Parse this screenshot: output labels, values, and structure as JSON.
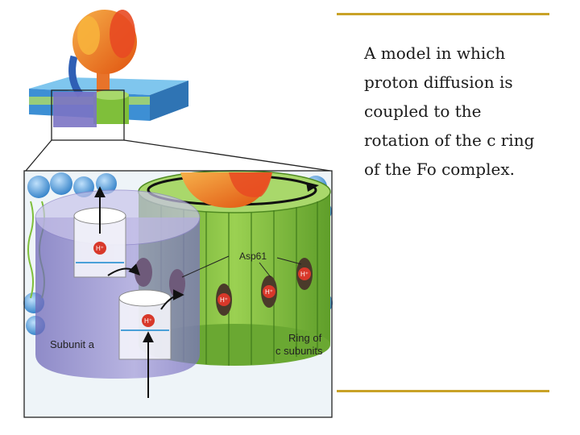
{
  "caption": {
    "lines": [
      "A model in which",
      "proton diffusion is",
      "coupled to the",
      "rotation of the c ring",
      "of the Fo complex."
    ]
  },
  "figure": {
    "labels": {
      "asp": "Asp61",
      "subunit_a": "Subunit a",
      "ring_line1": "Ring of",
      "ring_line2": "c subunits",
      "proton": "H⁺"
    }
  },
  "colors": {
    "accent_rule": "#c9a227",
    "membrane": "#3d8fd4",
    "ring_green": "#7fbf3a",
    "subunit_a": "#8e86c9",
    "f1_orange": "#f08a1c",
    "proton_red": "#d8382a"
  }
}
